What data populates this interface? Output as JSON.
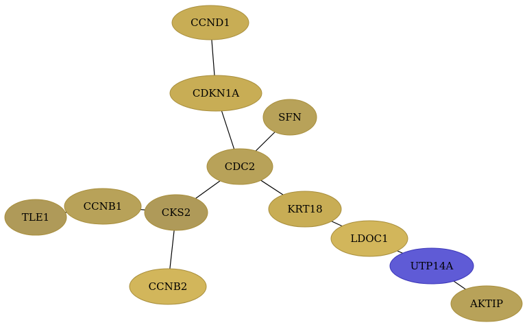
{
  "colors": {
    "tan": "#c8ad55",
    "olive": "#b8a259",
    "dark_olive": "#af9a59",
    "light_gold": "#d2b65b",
    "blue": "#5f5bd6",
    "tan_outline": "#a88e3c",
    "blue_outline": "#3b36b8"
  },
  "nodes": {
    "CCND1": {
      "label": "CCND1",
      "color": "tan"
    },
    "CDKN1A": {
      "label": "CDKN1A",
      "color": "tan"
    },
    "SFN": {
      "label": "SFN",
      "color": "olive"
    },
    "CDC2": {
      "label": "CDC2",
      "color": "olive"
    },
    "CCNB1": {
      "label": "CCNB1",
      "color": "olive"
    },
    "CKS2": {
      "label": "CKS2",
      "color": "dark_olive"
    },
    "TLE1": {
      "label": "TLE1",
      "color": "dark_olive"
    },
    "KRT18": {
      "label": "KRT18",
      "color": "tan"
    },
    "LDOC1": {
      "label": "LDOC1",
      "color": "light_gold"
    },
    "UTP14A": {
      "label": "UTP14A",
      "color": "blue"
    },
    "AKTIP": {
      "label": "AKTIP",
      "color": "olive"
    },
    "CCNB2": {
      "label": "CCNB2",
      "color": "light_gold"
    }
  },
  "edges": [
    [
      "CCND1",
      "CDKN1A"
    ],
    [
      "CDKN1A",
      "CDC2"
    ],
    [
      "SFN",
      "CDC2"
    ],
    [
      "CDC2",
      "CKS2"
    ],
    [
      "CDC2",
      "KRT18"
    ],
    [
      "CCNB1",
      "CKS2"
    ],
    [
      "TLE1",
      "CCNB1"
    ],
    [
      "CKS2",
      "CCNB2"
    ],
    [
      "KRT18",
      "LDOC1"
    ],
    [
      "LDOC1",
      "UTP14A"
    ],
    [
      "UTP14A",
      "AKTIP"
    ]
  ]
}
